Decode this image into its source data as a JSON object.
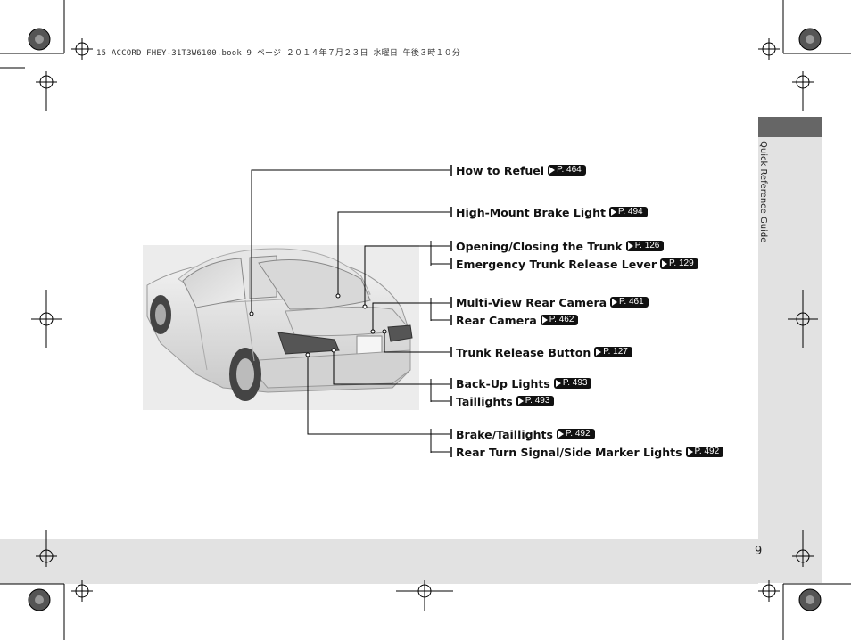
{
  "header": {
    "print_info": "15 ACCORD FHEY-31T3W6100.book  9 ページ  ２０１４年７月２３日  水曜日  午後３時１０分"
  },
  "side_tab": {
    "label": "Quick Reference Guide"
  },
  "page_number": "9",
  "labels": [
    {
      "id": "how-to-refuel",
      "text": "How to Refuel",
      "ref": "P. 464"
    },
    {
      "id": "high-mount-brake-light",
      "text": "High-Mount Brake Light",
      "ref": "P. 494"
    },
    {
      "id": "opening-closing-trunk",
      "text": "Opening/Closing the Trunk",
      "ref": "P. 126"
    },
    {
      "id": "emergency-trunk-release",
      "text": "Emergency Trunk Release Lever",
      "ref": "P. 129"
    },
    {
      "id": "multi-view-rear-camera",
      "text": "Multi-View Rear Camera",
      "ref": "P. 461"
    },
    {
      "id": "rear-camera",
      "text": "Rear Camera",
      "ref": "P. 462"
    },
    {
      "id": "trunk-release-button",
      "text": "Trunk Release Button",
      "ref": "P. 127"
    },
    {
      "id": "back-up-lights",
      "text": "Back-Up Lights",
      "ref": "P. 493"
    },
    {
      "id": "taillights",
      "text": "Taillights",
      "ref": "P. 493"
    },
    {
      "id": "brake-taillights",
      "text": "Brake/Taillights",
      "ref": "P. 492"
    },
    {
      "id": "rear-turn-signal",
      "text": "Rear Turn Signal/Side Marker Lights",
      "ref": "P. 492"
    }
  ],
  "colors": {
    "side_tab": "#666666",
    "panel": "#e2e2e2",
    "ref_badge": "#111111"
  }
}
